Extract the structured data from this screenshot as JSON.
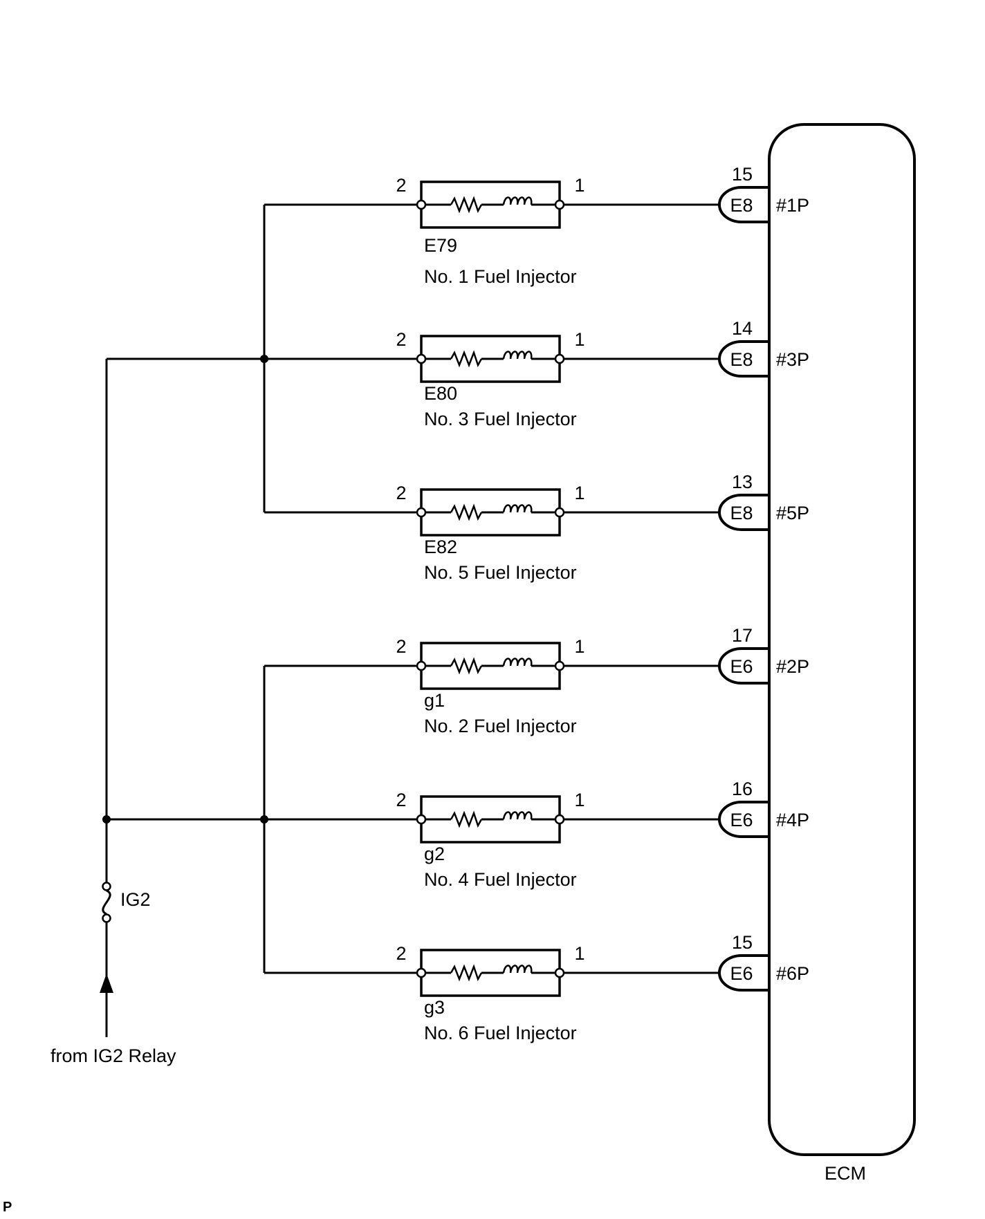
{
  "ecm": {
    "label": "ECM"
  },
  "power": {
    "fuse_label": "IG2",
    "source_label": "from IG2 Relay"
  },
  "corner_mark": "P",
  "injectors": [
    {
      "connector": "E79",
      "name": "No. 1 Fuel Injector",
      "pin_left": "2",
      "pin_right": "1",
      "ecm_pin": "15",
      "ecm_connector": "E8",
      "ecm_signal": "#1P"
    },
    {
      "connector": "E80",
      "name": "No. 3 Fuel Injector",
      "pin_left": "2",
      "pin_right": "1",
      "ecm_pin": "14",
      "ecm_connector": "E8",
      "ecm_signal": "#3P"
    },
    {
      "connector": "E82",
      "name": "No. 5 Fuel Injector",
      "pin_left": "2",
      "pin_right": "1",
      "ecm_pin": "13",
      "ecm_connector": "E8",
      "ecm_signal": "#5P"
    },
    {
      "connector": "g1",
      "name": "No. 2 Fuel Injector",
      "pin_left": "2",
      "pin_right": "1",
      "ecm_pin": "17",
      "ecm_connector": "E6",
      "ecm_signal": "#2P"
    },
    {
      "connector": "g2",
      "name": "No. 4 Fuel Injector",
      "pin_left": "2",
      "pin_right": "1",
      "ecm_pin": "16",
      "ecm_connector": "E6",
      "ecm_signal": "#4P"
    },
    {
      "connector": "g3",
      "name": "No. 6 Fuel Injector",
      "pin_left": "2",
      "pin_right": "1",
      "ecm_pin": "15",
      "ecm_connector": "E6",
      "ecm_signal": "#6P"
    }
  ]
}
